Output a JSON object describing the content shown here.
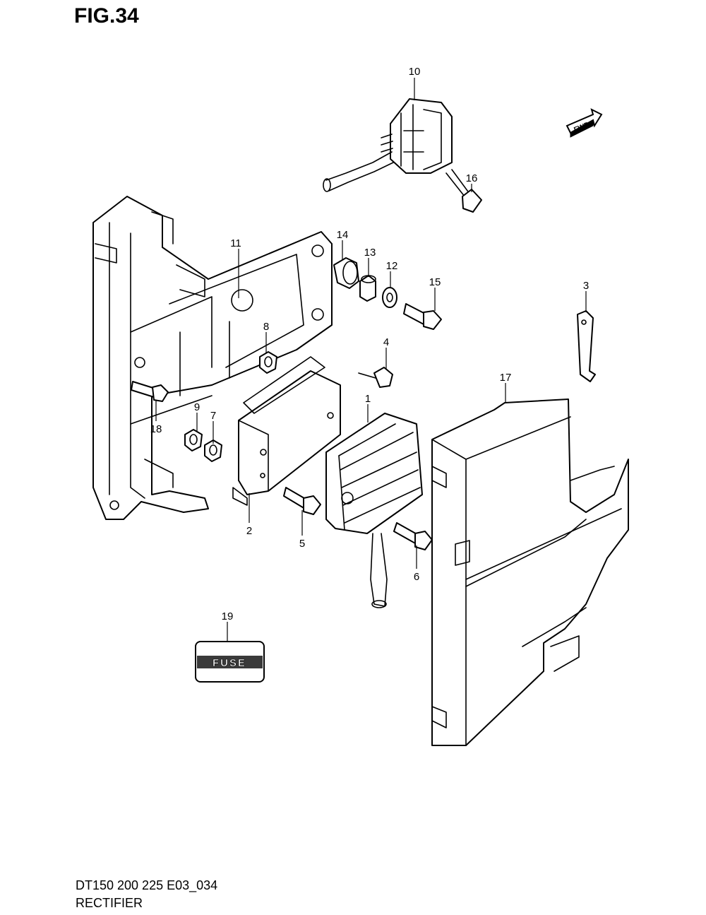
{
  "figure": {
    "title": "FIG.34",
    "model_code": "DT150 200 225 E03_034",
    "name": "RECTIFIER"
  },
  "badges": {
    "fwd": "FWD",
    "fuse": "FUSE"
  },
  "callouts": [
    "1",
    "2",
    "3",
    "4",
    "5",
    "6",
    "7",
    "8",
    "9",
    "10",
    "11",
    "12",
    "13",
    "14",
    "15",
    "16",
    "17",
    "18",
    "19"
  ]
}
